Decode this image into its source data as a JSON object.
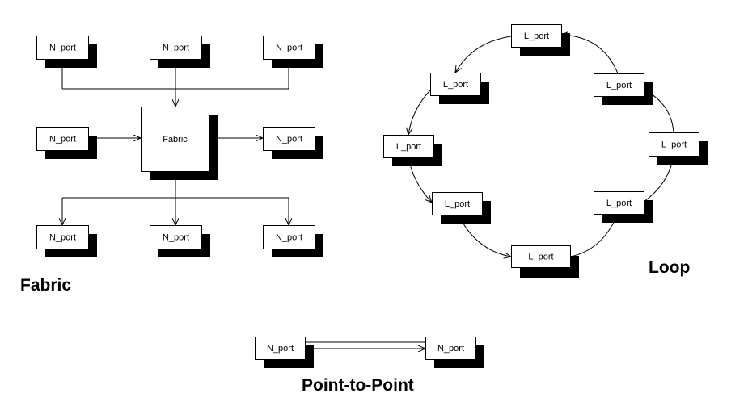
{
  "sections": {
    "fabric": {
      "title": "Fabric"
    },
    "loop": {
      "title": "Loop"
    },
    "p2p": {
      "title": "Point-to-Point"
    }
  },
  "nodes": {
    "fab_top_1": {
      "label": "N_port"
    },
    "fab_top_2": {
      "label": "N_port"
    },
    "fab_top_3": {
      "label": "N_port"
    },
    "fab_left": {
      "label": "N_port"
    },
    "fabric": {
      "label": "Fabric"
    },
    "fab_right": {
      "label": "N_port"
    },
    "fab_bot_1": {
      "label": "N_port"
    },
    "fab_bot_2": {
      "label": "N_port"
    },
    "fab_bot_3": {
      "label": "N_port"
    },
    "loop_top": {
      "label": "L_port"
    },
    "loop_ne": {
      "label": "L_port"
    },
    "loop_e": {
      "label": "L_port"
    },
    "loop_se": {
      "label": "L_port"
    },
    "loop_bottom": {
      "label": "L_port"
    },
    "loop_sw": {
      "label": "L_port"
    },
    "loop_w": {
      "label": "L_port"
    },
    "loop_nw": {
      "label": "L_port"
    },
    "p2p_left": {
      "label": "N_port"
    },
    "p2p_right": {
      "label": "N_port"
    }
  }
}
